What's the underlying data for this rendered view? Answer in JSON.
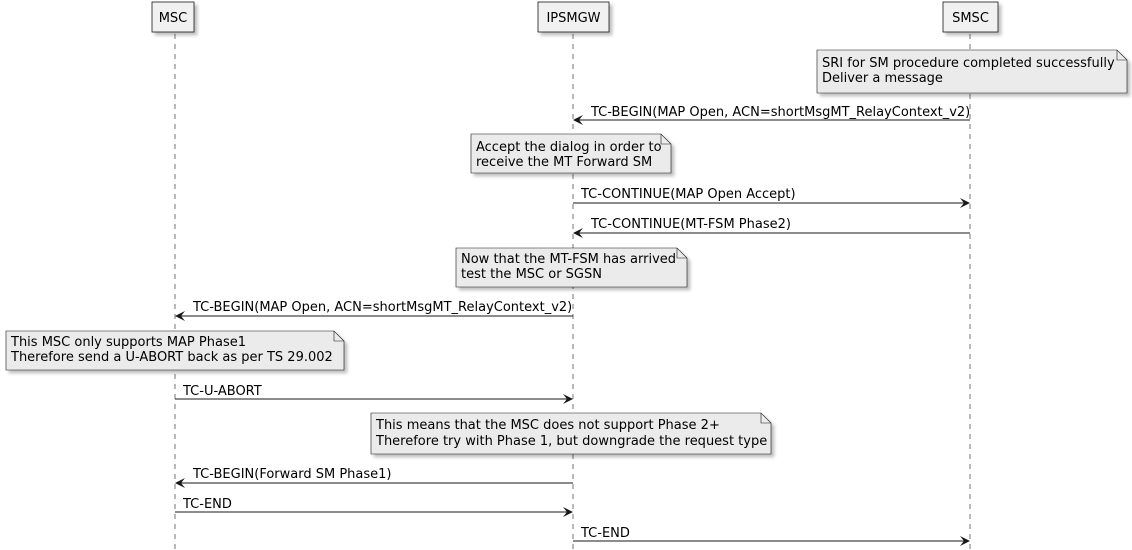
{
  "participants": [
    {
      "id": "msc",
      "label": "MSC"
    },
    {
      "id": "ipsmgw",
      "label": "IPSMGW"
    },
    {
      "id": "smsc",
      "label": "SMSC"
    }
  ],
  "notes": [
    {
      "id": "note1",
      "lines": [
        "SRI for SM procedure completed successfully",
        "Deliver a message"
      ]
    },
    {
      "id": "note2",
      "lines": [
        "Accept the dialog in order to",
        "receive the MT Forward SM"
      ]
    },
    {
      "id": "note3",
      "lines": [
        "Now that the MT-FSM has arrived",
        "test the MSC or SGSN"
      ]
    },
    {
      "id": "note4",
      "lines": [
        "This MSC only supports MAP Phase1",
        "Therefore send a U-ABORT back as per TS 29.002"
      ]
    },
    {
      "id": "note5",
      "lines": [
        "This means that the MSC does not support Phase 2+",
        "Therefore try with Phase 1, but downgrade the request type"
      ]
    }
  ],
  "messages": [
    {
      "id": "m1",
      "from": "smsc",
      "to": "ipsmgw",
      "label": "TC-BEGIN(MAP Open, ACN=shortMsgMT_RelayContext_v2)"
    },
    {
      "id": "m2",
      "from": "ipsmgw",
      "to": "smsc",
      "label": "TC-CONTINUE(MAP Open Accept)"
    },
    {
      "id": "m3",
      "from": "smsc",
      "to": "ipsmgw",
      "label": "TC-CONTINUE(MT-FSM Phase2)"
    },
    {
      "id": "m4",
      "from": "ipsmgw",
      "to": "msc",
      "label": "TC-BEGIN(MAP Open, ACN=shortMsgMT_RelayContext_v2)"
    },
    {
      "id": "m5",
      "from": "msc",
      "to": "ipsmgw",
      "label": "TC-U-ABORT"
    },
    {
      "id": "m6",
      "from": "ipsmgw",
      "to": "msc",
      "label": "TC-BEGIN(Forward SM Phase1)"
    },
    {
      "id": "m7",
      "from": "msc",
      "to": "ipsmgw",
      "label": "TC-END"
    },
    {
      "id": "m8",
      "from": "ipsmgw",
      "to": "smsc",
      "label": "TC-END"
    }
  ]
}
